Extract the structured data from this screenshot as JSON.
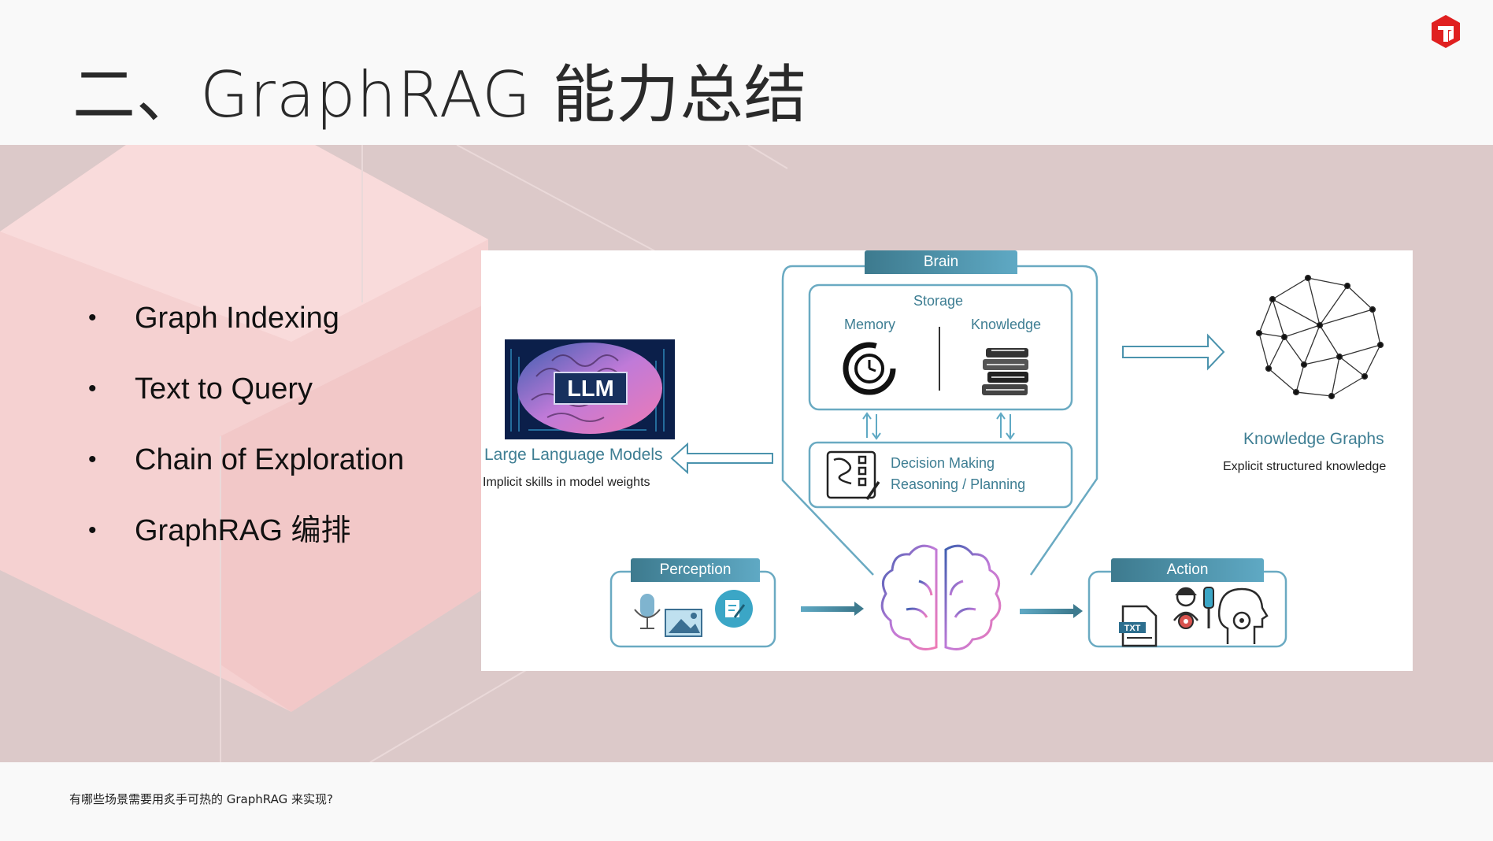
{
  "slide": {
    "title": "二、GraphRAG 能力总结",
    "footer_note": "有哪些场景需要用炙手可热的 GraphRAG 来实现?"
  },
  "bullets": [
    {
      "marker": "•",
      "text": "Graph Indexing"
    },
    {
      "marker": "•",
      "text": "Text to Query"
    },
    {
      "marker": "•",
      "text": "Chain of Exploration"
    },
    {
      "marker": "•",
      "text": "GraphRAG 编排"
    }
  ],
  "diagram": {
    "brain_label": "Brain",
    "storage_label": "Storage",
    "memory_label": "Memory",
    "knowledge_label": "Knowledge",
    "decision_line1": "Decision Making",
    "decision_line2": "Reasoning / Planning",
    "llm_badge": "LLM",
    "llm_title": "Large Language Models",
    "llm_subtitle": "Implicit skills in model weights",
    "kg_title": "Knowledge Graphs",
    "kg_subtitle": "Explicit structured knowledge",
    "perception_label": "Perception",
    "action_label": "Action",
    "txt_badge": "TXT"
  },
  "colors": {
    "accent_teal": "#3e7e93",
    "band_bg": "#dcc9c9",
    "logo_red": "#e02020"
  },
  "icons": [
    "logo-icon",
    "clock-icon",
    "books-icon",
    "checklist-icon",
    "microphone-icon",
    "image-icon",
    "edit-icon",
    "txt-file-icon",
    "worker-gear-icon",
    "tool-icon",
    "head-gear-icon",
    "brain-icon",
    "knowledge-graph-icon"
  ]
}
